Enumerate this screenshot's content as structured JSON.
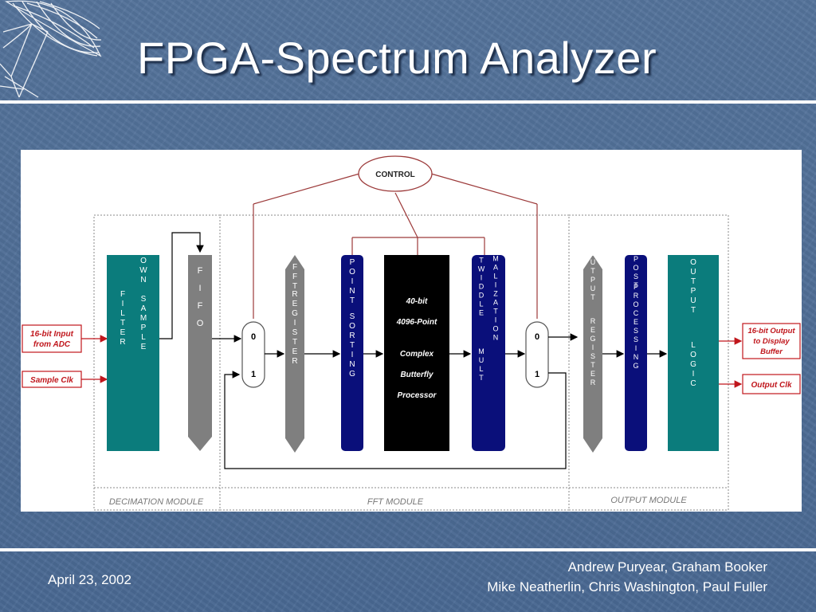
{
  "slide": {
    "title": "FPGA-Spectrum Analyzer",
    "date": "April 23, 2002",
    "authors_line1": "Andrew Puryear, Graham Booker",
    "authors_line2": "Mike Neatherlin, Chris Washington, Paul Fuller",
    "logo_icon": "radio-telescope-dish-icon"
  },
  "colors": {
    "background": "#4f6f98",
    "teal": "#0b7c7c",
    "gray_block": "#7f7f7f",
    "navy": "#0a0f7a",
    "black_block": "#000000",
    "control_red": "#9c3a3a",
    "io_red": "#c0161c"
  },
  "diagram": {
    "control": "CONTROL",
    "inputs": {
      "adc": [
        "16-bit Input",
        "from ADC"
      ],
      "clk": "Sample Clk"
    },
    "outputs": {
      "display": [
        "16-bit Output",
        "to Display",
        "Buffer"
      ],
      "clk": "Output Clk"
    },
    "modules": {
      "decimation": "DECIMATION MODULE",
      "fft": "FFT MODULE",
      "output": "OUTPUT MODULE"
    },
    "blocks": {
      "filter": "FILTER",
      "down_sample": "DOWN SAMPLE",
      "fifo": "FIFO",
      "fft_register_a": "FFT",
      "fft_register_b": "REGISTER",
      "point_sorting_a": "POINT",
      "point_sorting_b": "SORTING",
      "processor": [
        "40-bit",
        "4096-Point",
        "Complex",
        "Butterfly",
        "Processor"
      ],
      "twiddle_mult_a": "TWIDDLE",
      "twiddle_mult_b": "MULT",
      "normalization": "NORMALIZATION",
      "output_register_a": "OUTPUT",
      "output_register_b": "REGISTER",
      "post_processing_a": "POST",
      "post_processing_b": "PROCESSING",
      "output_logic_a": "OUTPUT",
      "output_logic_b": "LOGIC"
    },
    "mux": {
      "in0": "0",
      "in1": "1"
    }
  }
}
